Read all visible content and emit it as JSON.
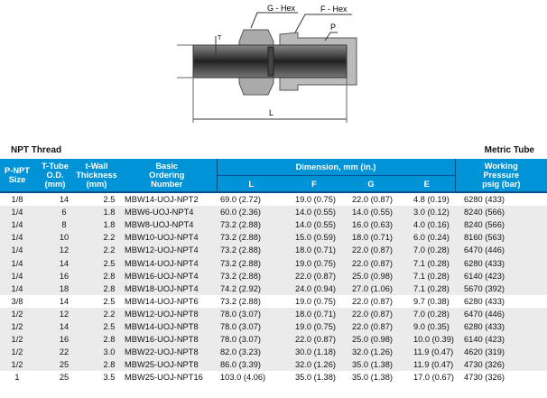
{
  "diagram": {
    "labels": {
      "g_hex": "G - Hex",
      "f_hex": "F - Hex",
      "p": "P",
      "t": "T",
      "l": "L"
    }
  },
  "captions": {
    "left": "NPT Thread",
    "right": "Metric Tube"
  },
  "headers": {
    "p_npt": [
      "P-NPT",
      "Size"
    ],
    "t_tube": [
      "T-Tube",
      "O.D.",
      "(mm)"
    ],
    "t_wall": [
      "t-Wall",
      "Thickness",
      "(mm)"
    ],
    "ordering": [
      "Basic",
      "Ordering",
      "Number"
    ],
    "dimension": "Dimension, mm (in.)",
    "sub": [
      "L",
      "F",
      "G",
      "E"
    ],
    "pressure": [
      "Working",
      "Pressure",
      "psig (bar)"
    ]
  },
  "rows": [
    [
      "1/8",
      "14",
      "2.5",
      "MBW14-UOJ-NPT2",
      "69.0 (2.72)",
      "19.0 (0.75)",
      "22.0 (0.87)",
      "4.8 (0.19)",
      "6280 (433)"
    ],
    [
      "1/4",
      "6",
      "1.8",
      "MBW6-UOJ-NPT4",
      "60.0 (2.36)",
      "14.0 (0.55)",
      "14.0 (0.55)",
      "3.0 (0.12)",
      "8240 (566)"
    ],
    [
      "1/4",
      "8",
      "1.8",
      "MBW8-UOJ-NPT4",
      "73.2 (2.88)",
      "14.0 (0.55)",
      "16.0 (0.63)",
      "4.0 (0.16)",
      "8240 (566)"
    ],
    [
      "1/4",
      "10",
      "2.2",
      "MBW10-UOJ-NPT4",
      "73.2 (2.88)",
      "15.0 (0.59)",
      "18.0 (0.71)",
      "6.0 (0.24)",
      "8160 (563)"
    ],
    [
      "1/4",
      "12",
      "2.2",
      "MBW12-UOJ-NPT4",
      "73.2 (2.88)",
      "18.0 (0.71)",
      "22.0 (0.87)",
      "7.0 (0.28)",
      "6470 (446)"
    ],
    [
      "1/4",
      "14",
      "2.5",
      "MBW14-UOJ-NPT4",
      "73.2 (2.88)",
      "19.0 (0.75)",
      "22.0 (0.87)",
      "7.1 (0.28)",
      "6280 (433)"
    ],
    [
      "1/4",
      "16",
      "2.8",
      "MBW16-UOJ-NPT4",
      "73.2 (2.88)",
      "22.0 (0.87)",
      "25.0 (0.98)",
      "7.1 (0.28)",
      "6140 (423)"
    ],
    [
      "1/4",
      "18",
      "2.8",
      "MBW18-UOJ-NPT4",
      "74.2 (2.92)",
      "24.0 (0.94)",
      "27.0 (1.06)",
      "7.1 (0.28)",
      "5670 (392)"
    ],
    [
      "3/8",
      "14",
      "2.5",
      "MBW14-UOJ-NPT6",
      "73.2 (2.88)",
      "19.0 (0.75)",
      "22.0 (0.87)",
      "9.7 (0.38)",
      "6280 (433)"
    ],
    [
      "1/2",
      "12",
      "2.2",
      "MBW12-UOJ-NPT8",
      "78.0 (3.07)",
      "18.0 (0.71)",
      "22.0 (0.87)",
      "7.0 (0.28)",
      "6470 (446)"
    ],
    [
      "1/2",
      "14",
      "2.5",
      "MBW14-UOJ-NPT8",
      "78.0 (3.07)",
      "19.0 (0.75)",
      "22.0 (0.87)",
      "9.0 (0.35)",
      "6280 (433)"
    ],
    [
      "1/2",
      "16",
      "2.8",
      "MBW16-UOJ-NPT8",
      "78.0 (3.07)",
      "22.0 (0.87)",
      "25.0 (0.98)",
      "10.0 (0.39)",
      "6140 (423)"
    ],
    [
      "1/2",
      "22",
      "3.0",
      "MBW22-UOJ-NPT8",
      "82.0 (3.23)",
      "30.0 (1.18)",
      "32.0 (1.26)",
      "11.9 (0.47)",
      "4620 (319)"
    ],
    [
      "1/2",
      "25",
      "2.8",
      "MBW25-UOJ-NPT8",
      "86.0 (3.39)",
      "32.0 (1.26)",
      "35.0 (1.38)",
      "11.9 (0.47)",
      "4730 (326)"
    ],
    [
      "1",
      "25",
      "3.5",
      "MBW25-UOJ-NPT16",
      "103.0 (4.06)",
      "35.0 (1.38)",
      "35.0 (1.38)",
      "17.0 (0.67)",
      "4730 (326)"
    ]
  ]
}
